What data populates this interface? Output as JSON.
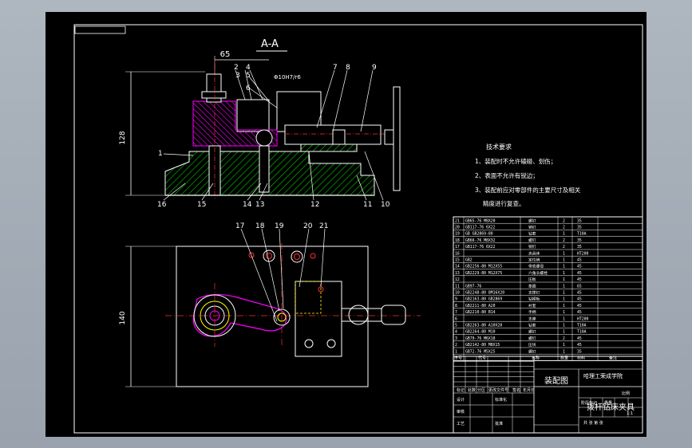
{
  "drawing": {
    "section_label": "A-A",
    "dim_top": "65",
    "dim_side": "128",
    "dim_side2": "140",
    "fit_note": "Φ10H7/r6"
  },
  "balloons_top": [
    "2",
    "3",
    "4",
    "5",
    "6",
    "7",
    "8",
    "9",
    "1"
  ],
  "balloons_bottom_front": [
    "16",
    "15",
    "14",
    "13",
    "12",
    "11",
    "10"
  ],
  "balloons_plan": [
    "17",
    "18",
    "19",
    "20",
    "21"
  ],
  "tech": {
    "title": "技术要求",
    "lines": [
      "1、装配时不允许磕碰、划伤；",
      "2、表面不允许有锐边；",
      "3、装配前应对零部件的主要尺寸及相关",
      "精度进行复查。"
    ]
  },
  "bom_rows": [
    [
      "21",
      "GB65-76 M8X20",
      "螺钉",
      "2",
      "35"
    ],
    [
      "20",
      "GB117-76 6X22",
      "销钉",
      "2",
      "35"
    ],
    [
      "19",
      "GB GB2869-80",
      "钻套",
      "1",
      "T10A"
    ],
    [
      "18",
      "GB66-76 M8X32",
      "螺钉",
      "2",
      "35"
    ],
    [
      "17",
      "GB117-76 6X22",
      "销钉",
      "2",
      "35"
    ],
    [
      "16",
      "",
      "夹具体",
      "1",
      "HT200"
    ],
    [
      "15",
      "GB2",
      "定位销",
      "1",
      "45"
    ],
    [
      "14",
      "GB2256-80 M12X55",
      "带肩螺母",
      "1",
      "45"
    ],
    [
      "13",
      "GB2229-80 M12X75",
      "六角头螺栓",
      "1",
      "45"
    ],
    [
      "12",
      "",
      "压板",
      "1",
      "45"
    ],
    [
      "11",
      "GB97-76",
      "垫圈",
      "1",
      "65"
    ],
    [
      "10",
      "GB2248-80 8M16X20",
      "支撑钉",
      "1",
      "45"
    ],
    [
      "9",
      "GB2163-80 GB2869",
      "钻模板",
      "1",
      "45"
    ],
    [
      "8",
      "GB2211-80 A20",
      "衬套",
      "1",
      "45"
    ],
    [
      "7",
      "GB2210-80 B14",
      "手柄",
      "1",
      "45"
    ],
    [
      "6",
      "",
      "支座",
      "1",
      "HT200"
    ],
    [
      "5",
      "GB2263-80 A10X20",
      "钻套",
      "1",
      "T10A"
    ],
    [
      "4",
      "GB2264-80 M10",
      "螺钉",
      "1",
      "T10A"
    ],
    [
      "3",
      "GB70-76 M6X18",
      "螺钉",
      "2",
      "45"
    ],
    [
      "2",
      "GB2142-80 M8X15",
      "压块",
      "1",
      "45"
    ],
    [
      "1",
      "GB72-76 M5X25",
      "螺钉",
      "1",
      "35"
    ]
  ],
  "bom_header": [
    "序号",
    "代号",
    "名称",
    "数量",
    "材料",
    "备注"
  ],
  "title_block": {
    "school": "哈理工荣成学院",
    "drawing_type": "装配图",
    "part_name": "拨杆钻床夹具",
    "scale_label": "比例",
    "scale_value": "1:1",
    "sheet_info": "共  张  第  张",
    "row_labels": [
      "标记",
      "处数",
      "分区",
      "更改文件号",
      "签名",
      "年月日"
    ],
    "roles": [
      "设计",
      "审核",
      "工艺",
      "标准化",
      "批准"
    ],
    "stage_labels": [
      "阶段标记",
      "重量",
      "比例"
    ]
  },
  "colors": {
    "line": "#ffffff",
    "section": "#00c000",
    "magenta": "#ff00ff",
    "yellow": "#ffff00",
    "red": "#ff2020",
    "green": "#00ff00"
  }
}
